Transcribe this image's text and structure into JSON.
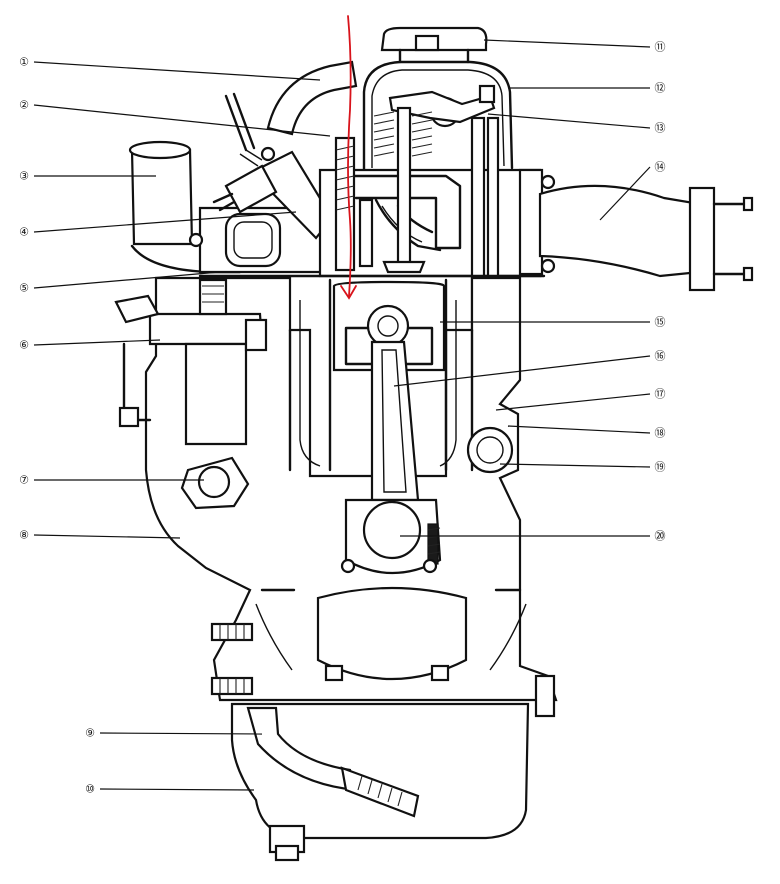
{
  "diagram": {
    "callouts": [
      {
        "id": "1",
        "label": "①",
        "side": "left"
      },
      {
        "id": "2",
        "label": "②",
        "side": "left"
      },
      {
        "id": "3",
        "label": "③",
        "side": "left"
      },
      {
        "id": "4",
        "label": "④",
        "side": "left"
      },
      {
        "id": "5",
        "label": "⑤",
        "side": "left"
      },
      {
        "id": "6",
        "label": "⑥",
        "side": "left"
      },
      {
        "id": "7",
        "label": "⑦",
        "side": "left"
      },
      {
        "id": "8",
        "label": "⑧",
        "side": "left"
      },
      {
        "id": "9",
        "label": "⑨",
        "side": "left"
      },
      {
        "id": "10",
        "label": "⑩",
        "side": "left"
      },
      {
        "id": "11",
        "label": "⑪",
        "side": "right"
      },
      {
        "id": "12",
        "label": "⑫",
        "side": "right"
      },
      {
        "id": "13",
        "label": "⑬",
        "side": "right"
      },
      {
        "id": "14",
        "label": "⑭",
        "side": "right"
      },
      {
        "id": "15",
        "label": "⑮",
        "side": "right"
      },
      {
        "id": "16",
        "label": "⑯",
        "side": "right"
      },
      {
        "id": "17",
        "label": "⑰",
        "side": "right"
      },
      {
        "id": "18",
        "label": "⑱",
        "side": "right"
      },
      {
        "id": "19",
        "label": "⑲",
        "side": "right"
      },
      {
        "id": "20",
        "label": "⑳",
        "side": "right"
      }
    ],
    "annotation": {
      "type": "hand-drawn red arrow",
      "color": "#d8131b"
    },
    "colors": {
      "line": "#111111",
      "background": "#ffffff",
      "annotation": "#d8131b"
    }
  }
}
